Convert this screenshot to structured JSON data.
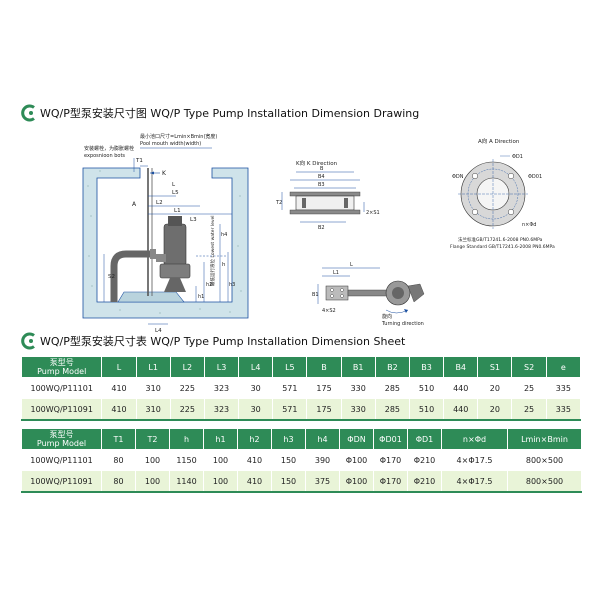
{
  "drawing_section": {
    "title": "WQ/P型泵安装尺寸图 WQ/P Type Pump Installation Dimension Drawing",
    "labels": {
      "pool_mouth_cn": "最小池口尺寸=Lmin×Bmin(宽度)",
      "pool_mouth_en": "Pool mouth width(width)",
      "bolt_cn": "安装螺栓，为膨胀螺栓",
      "bolt_en": "exposnioon bots",
      "k_arrow": "K",
      "t1": "T1",
      "a_mark": "A",
      "l": "L",
      "l1": "L1",
      "l2": "L2",
      "l3": "L3",
      "l4": "L4",
      "l5": "L5",
      "s2": "S2",
      "h": "h",
      "h1": "h1",
      "h2": "h2",
      "h3": "h3",
      "h4": "h4",
      "water_level": "最低运行液位 Lowest water level",
      "k_direction": "K向  K Direction",
      "b": "B",
      "b1": "B1",
      "b2": "B2",
      "b3": "B3",
      "b4": "B4",
      "t2": "T2",
      "two_s1": "2×S1",
      "a_direction": "A向  A Direction",
      "phi_d1": "ΦD1",
      "phi_dn": "ΦDN",
      "phi_d01": "ΦD01",
      "n_phi_d": "n×Φd",
      "flange_cn": "法兰标准GB/T17241.6-2008 PN0.6MPa",
      "flange_en": "Flange Standard GB/T17241.6-2008 PN0.6MPa",
      "four_s2": "4×S2",
      "turning_cn": "旋向",
      "turning_en": "Turning direction"
    }
  },
  "sheet_section": {
    "title": "WQ/P型泵安装尺寸表 WQ/P Type Pump Installation Dimension Sheet"
  },
  "table1": {
    "model_cn": "泵型号",
    "model_en": "Pump Model",
    "columns": [
      "L",
      "L1",
      "L2",
      "L3",
      "L4",
      "L5",
      "B",
      "B1",
      "B2",
      "B3",
      "B4",
      "S1",
      "S2",
      "e"
    ],
    "rows": [
      {
        "model": "100WQ/P11101",
        "values": [
          "410",
          "310",
          "225",
          "323",
          "30",
          "571",
          "175",
          "330",
          "285",
          "510",
          "440",
          "20",
          "25",
          "335"
        ]
      },
      {
        "model": "100WQ/P11091",
        "values": [
          "410",
          "310",
          "225",
          "323",
          "30",
          "571",
          "175",
          "330",
          "285",
          "510",
          "440",
          "20",
          "25",
          "335"
        ]
      }
    ]
  },
  "table2": {
    "model_cn": "泵型号",
    "model_en": "Pump Model",
    "columns": [
      "T1",
      "T2",
      "h",
      "h1",
      "h2",
      "h3",
      "h4",
      "ΦDN",
      "ΦD01",
      "ΦD1",
      "n×Φd",
      "Lmin×Bmin"
    ],
    "rows": [
      {
        "model": "100WQ/P11101",
        "values": [
          "80",
          "100",
          "1150",
          "100",
          "410",
          "150",
          "390",
          "Φ100",
          "Φ170",
          "Φ210",
          "4×Φ17.5",
          "800×500"
        ]
      },
      {
        "model": "100WQ/P11091",
        "values": [
          "80",
          "100",
          "1140",
          "100",
          "410",
          "150",
          "375",
          "Φ100",
          "Φ170",
          "Φ210",
          "4×Φ17.5",
          "800×500"
        ]
      }
    ]
  },
  "colors": {
    "header_bg": "#2e8b57",
    "alt_row_bg": "#e9f4d8",
    "logo_green": "#2e8b57",
    "drawing_line": "#1a4fa0",
    "concrete": "#cfe3ea"
  }
}
